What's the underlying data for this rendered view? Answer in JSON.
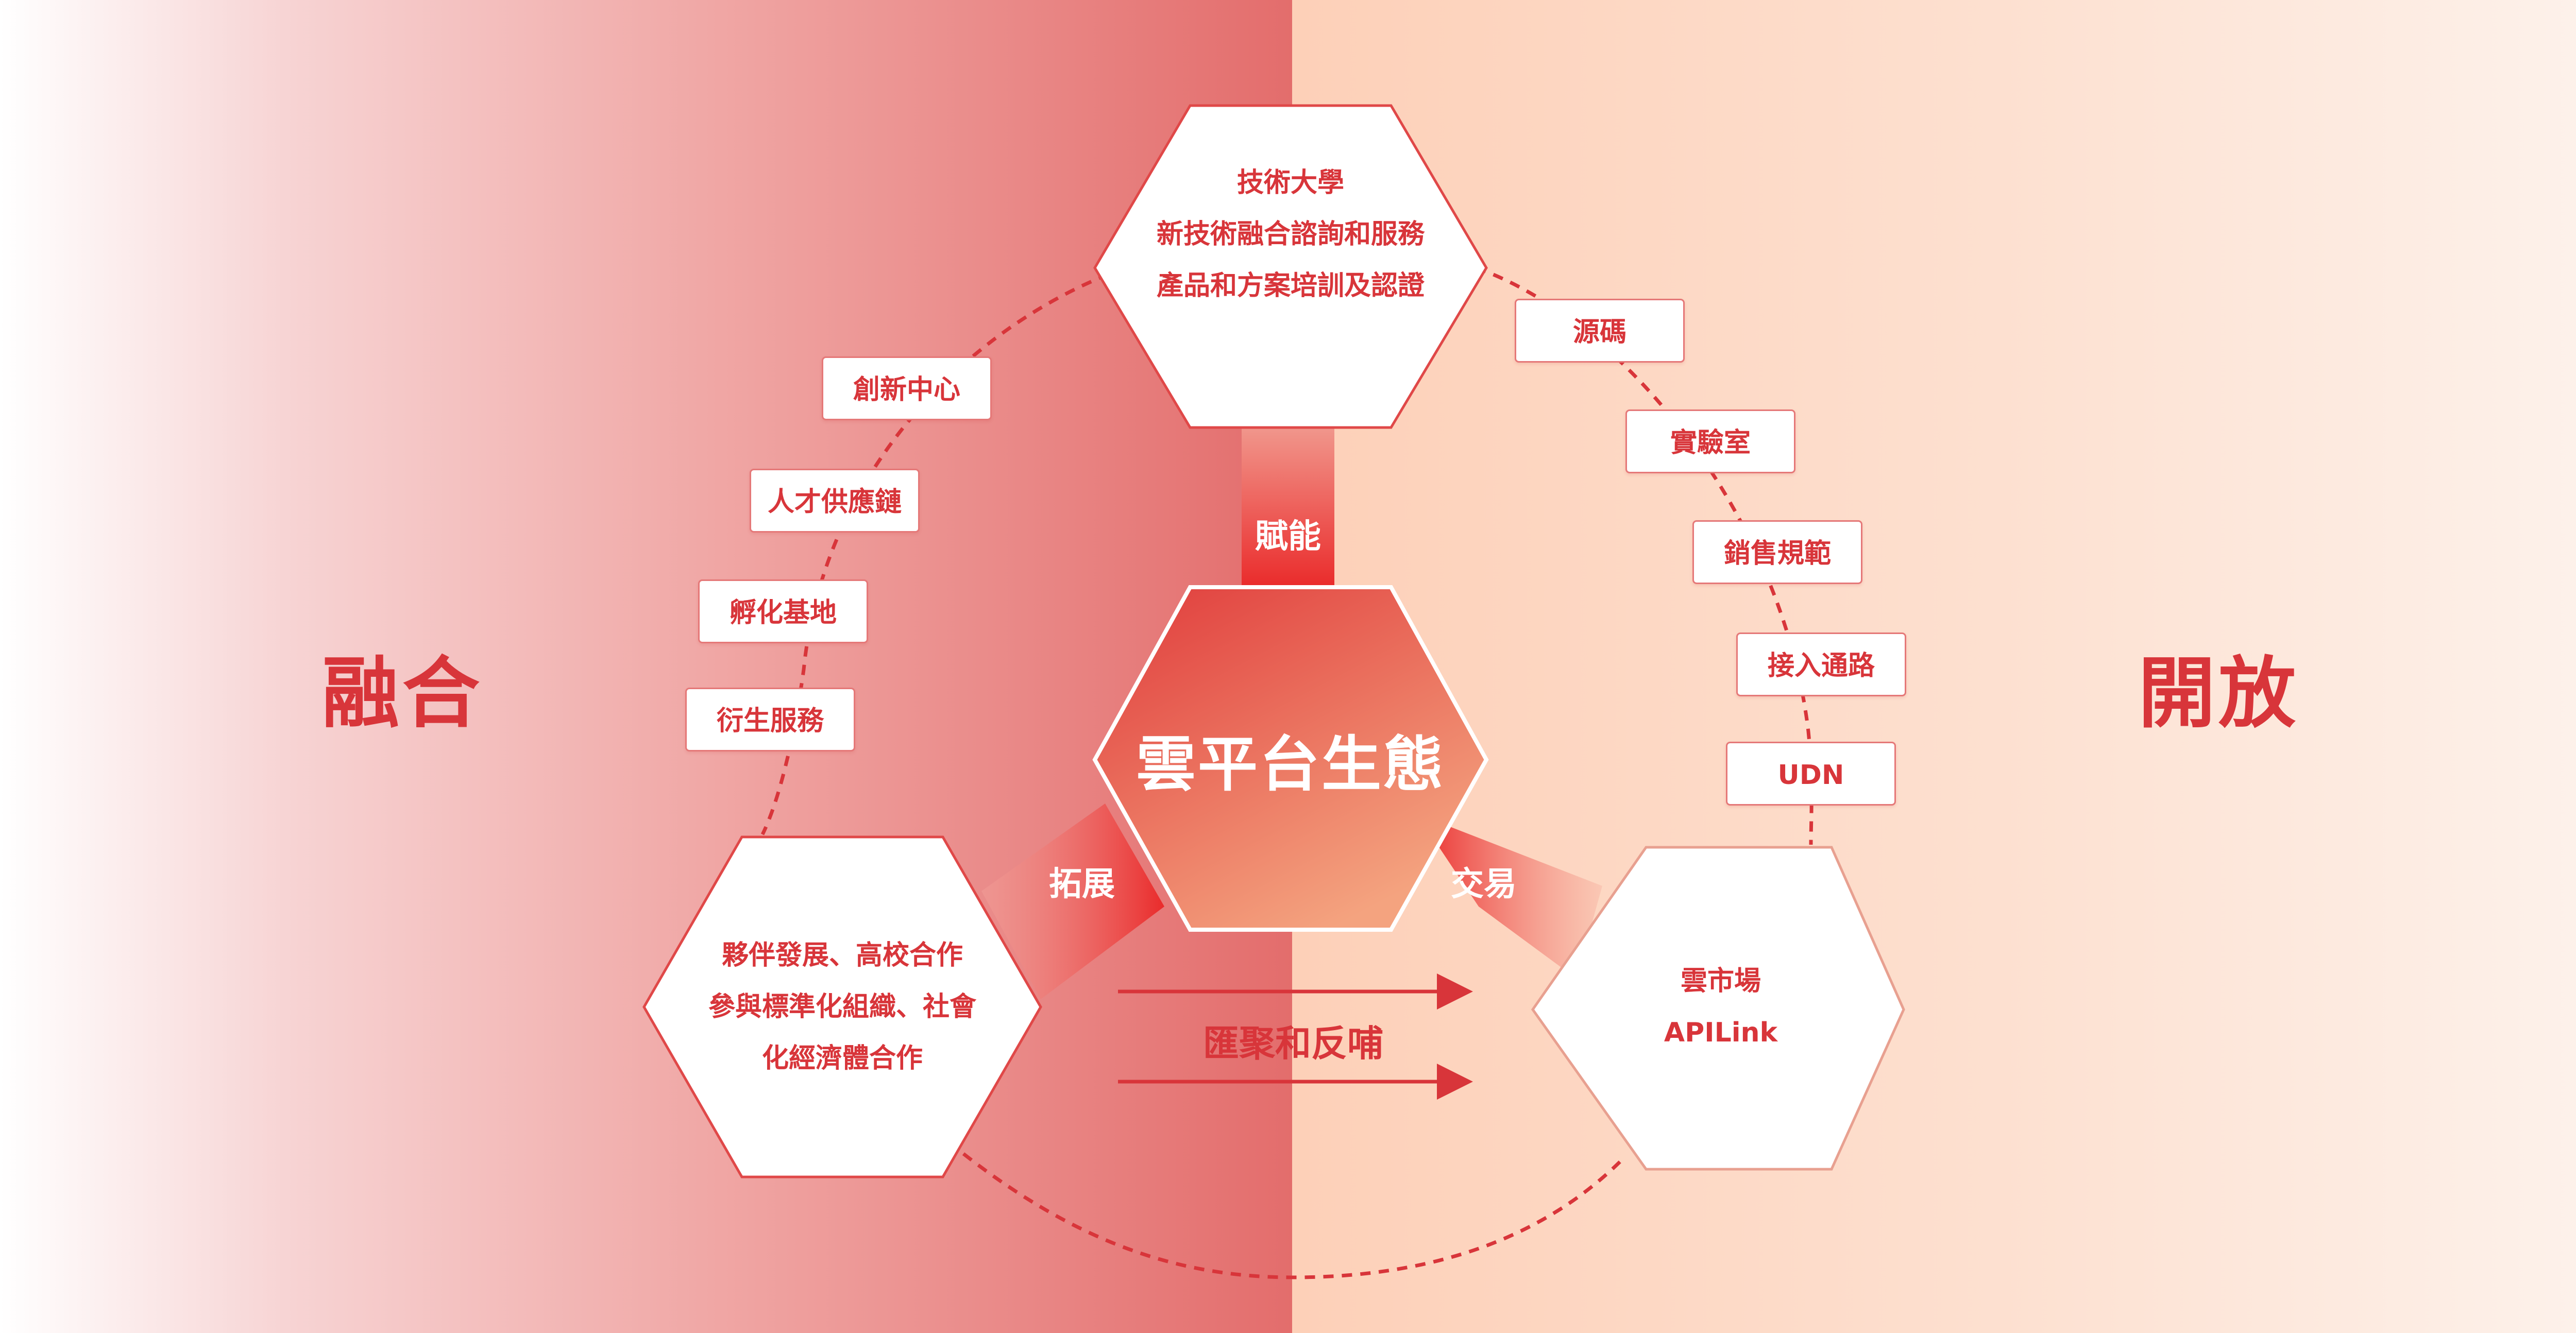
{
  "sides": {
    "left": "融合",
    "right": "開放"
  },
  "center": {
    "title": "雲平台生態"
  },
  "top_hex": {
    "lines": [
      "技術大學",
      "新技術融合諮詢和服務",
      "產品和方案培訓及認證"
    ]
  },
  "left_hex": {
    "lines": [
      "夥伴發展、高校合作",
      "參與標準化組織、社會",
      "化經濟體合作"
    ]
  },
  "right_hex": {
    "lines": [
      "雲市場",
      "APILink"
    ]
  },
  "connectors": {
    "top": "賦能",
    "left": "拓展",
    "right": "交易"
  },
  "flow": {
    "label": "匯聚和反哺"
  },
  "left_tags": [
    "創新中心",
    "人才供應鏈",
    "孵化基地",
    "衍生服務"
  ],
  "right_tags": [
    "源碼",
    "實驗室",
    "銷售規範",
    "接入通路",
    "UDN"
  ],
  "colors": {
    "accent": "#d8353a",
    "dashed": "#d8353a",
    "center_fill_top": "#e03b3b",
    "center_fill_bottom": "#f4a37f"
  }
}
